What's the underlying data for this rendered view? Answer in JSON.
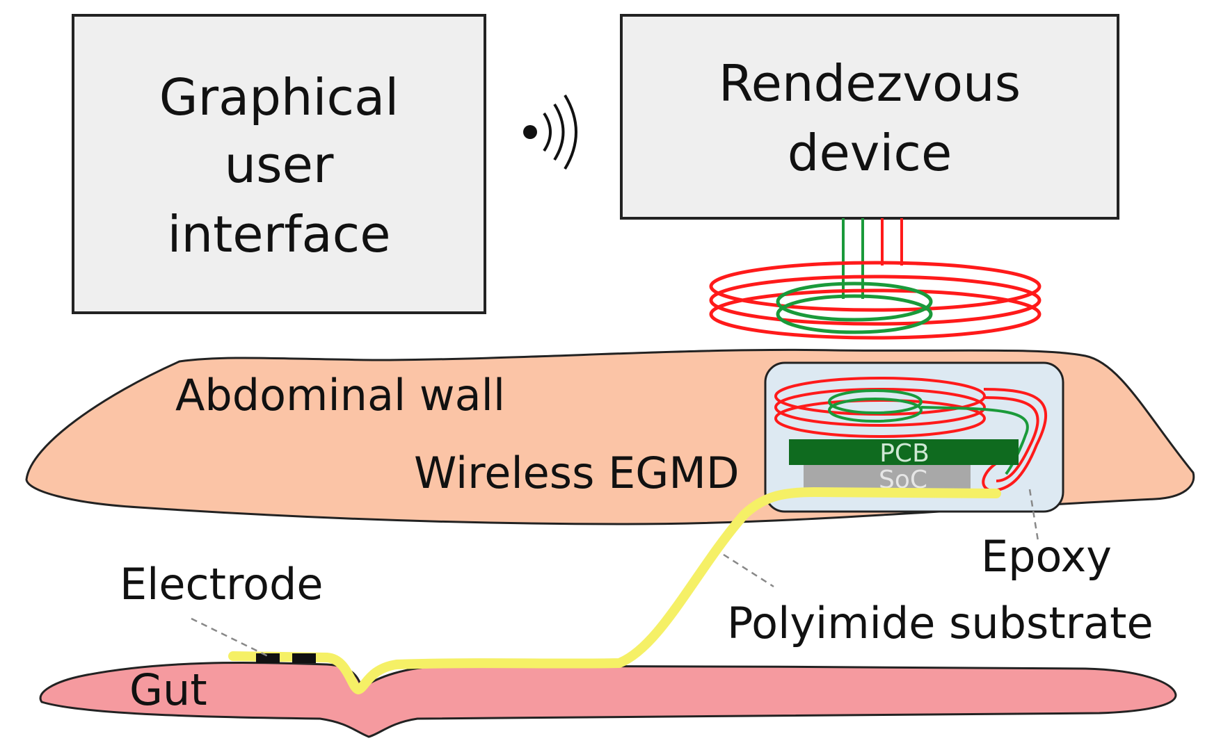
{
  "gui_box": {
    "lines": [
      "Graphical",
      "user",
      "interface"
    ]
  },
  "rendezvous_box": {
    "lines": [
      "Rendezvous",
      "device"
    ]
  },
  "labels": {
    "abdominal_wall": "Abdominal wall",
    "wireless_egmd": "Wireless EGMD",
    "pcb": "PCB",
    "soc": "SoC",
    "epoxy": "Epoxy",
    "electrode": "Electrode",
    "polyimide": "Polyimide substrate",
    "gut": "Gut"
  },
  "icons": {
    "wireless": "wireless-signal-icon"
  },
  "colors": {
    "box_fill": "#efefef",
    "abdominal_wall": "#fbc4a6",
    "gut": "#f59a9f",
    "epoxy_fill": "#dde9f2",
    "pcb": "#0f6b1f",
    "soc": "#a8a8a8",
    "coil_primary": "#ff1a1a",
    "coil_secondary": "#1a9a3a",
    "polyimide": "#f5f066",
    "electrode": "#111111"
  }
}
